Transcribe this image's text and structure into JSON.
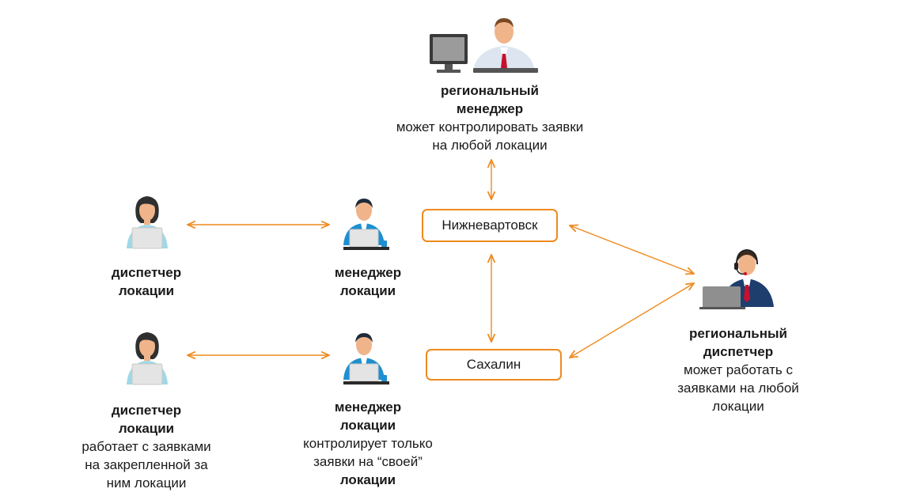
{
  "colors": {
    "accent": "#ef8a1e",
    "blue_suit": "#1f8fd0",
    "dark_suit": "#1e3e6e"
  },
  "regional_manager": {
    "title": [
      "региональный",
      "менеджер"
    ],
    "desc": [
      "может контролировать заявки",
      "на любой локации"
    ],
    "icon": "man-at-computer-icon"
  },
  "regional_dispatcher": {
    "title": [
      "региональный",
      "диспетчер"
    ],
    "desc": [
      "может работать с",
      "заявками на любой",
      "локации"
    ],
    "icon": "headset-operator-icon"
  },
  "locations": [
    {
      "name": "Нижневартовск"
    },
    {
      "name": "Сахалин"
    }
  ],
  "row1": {
    "dispatcher": {
      "title": [
        "диспетчер",
        "локации"
      ],
      "icon": "woman-with-laptop-icon"
    },
    "manager": {
      "title": [
        "менеджер",
        "локации"
      ],
      "icon": "man-with-laptop-icon"
    }
  },
  "row2": {
    "dispatcher": {
      "title": [
        "диспетчер",
        "локации"
      ],
      "desc": [
        "работает с заявками",
        "на закрепленной за",
        "ним локации"
      ],
      "icon": "woman-with-laptop-icon"
    },
    "manager": {
      "title": [
        "менеджер",
        "локации"
      ],
      "desc": [
        "контролирует только",
        "заявки на “своей”"
      ],
      "desc_bold": "локации",
      "icon": "man-with-laptop-icon"
    }
  }
}
